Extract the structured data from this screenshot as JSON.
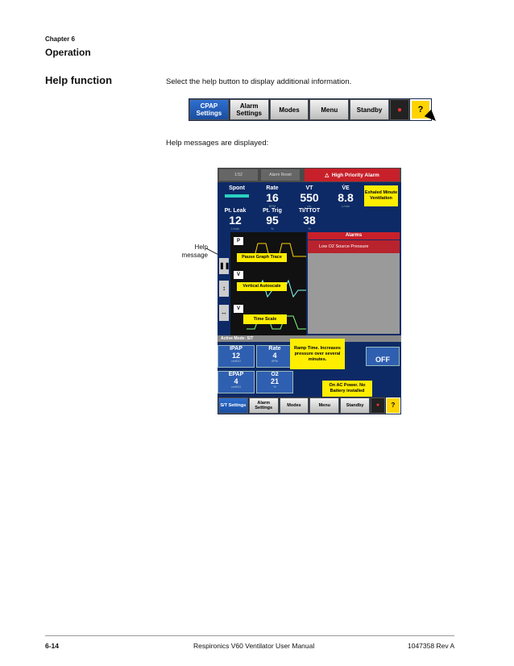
{
  "header": {
    "chapter": "Chapter 6",
    "section": "Operation"
  },
  "subheading": "Help function",
  "instruction": "Select the help button to display additional information.",
  "instruction2": "Help messages are displayed:",
  "top_nav": {
    "cpap": "CPAP Settings",
    "alarm": "Alarm Settings",
    "modes": "Modes",
    "menu": "Menu",
    "standby": "Standby",
    "help_glyph": "?"
  },
  "device": {
    "alarm_banner": "High Priority Alarm",
    "reset_label": "Alarm Reset",
    "silence_label": "1:52",
    "monitors": [
      {
        "label": "Spont",
        "value": "",
        "unit": ""
      },
      {
        "label": "Rate",
        "value": "16",
        "unit": "BPM"
      },
      {
        "label": "VT",
        "value": "550",
        "unit": "mL"
      },
      {
        "label": "V̇E",
        "value": "8.8",
        "unit": "L/min"
      },
      {
        "label": "Pt. Leak",
        "value": "12",
        "unit": "L/min"
      },
      {
        "label": "Pt. Trig",
        "value": "95",
        "unit": "%"
      },
      {
        "label": "TI/TTOT",
        "value": "38",
        "unit": "%"
      }
    ],
    "alarms_header": "Alarms",
    "alarm_item": "Low O2 Source Pressure",
    "graph_labels": [
      "P",
      "V̇",
      "V"
    ],
    "help_msgs": {
      "exhaled": "Exhaled Minute Ventilation",
      "pause": "Pause Graph Trace",
      "autoscale": "Vertical Autoscale",
      "timescale": "Time Scale",
      "ramp": "Ramp Time. Increases pressure over several minutes.",
      "power": "On AC Power. No Battery installed"
    },
    "active_mode": "Active Mode: S/T",
    "settings": [
      {
        "label": "IPAP",
        "value": "12",
        "unit": "cmH2O"
      },
      {
        "label": "Rate",
        "value": "4",
        "unit": "BPM"
      },
      {
        "label": "EPAP",
        "value": "4",
        "unit": "cmH2O"
      },
      {
        "label": "O2",
        "value": "21",
        "unit": "%"
      }
    ],
    "off_label": "OFF",
    "nav": {
      "st": "S/T Settings",
      "alarm": "Alarm Settings",
      "modes": "Modes",
      "menu": "Menu",
      "standby": "Standby",
      "help_glyph": "?"
    }
  },
  "callout": "Help message",
  "footer": {
    "page": "6-14",
    "title": "Respironics V60 Ventilator User Manual",
    "rev": "1047358 Rev A"
  }
}
